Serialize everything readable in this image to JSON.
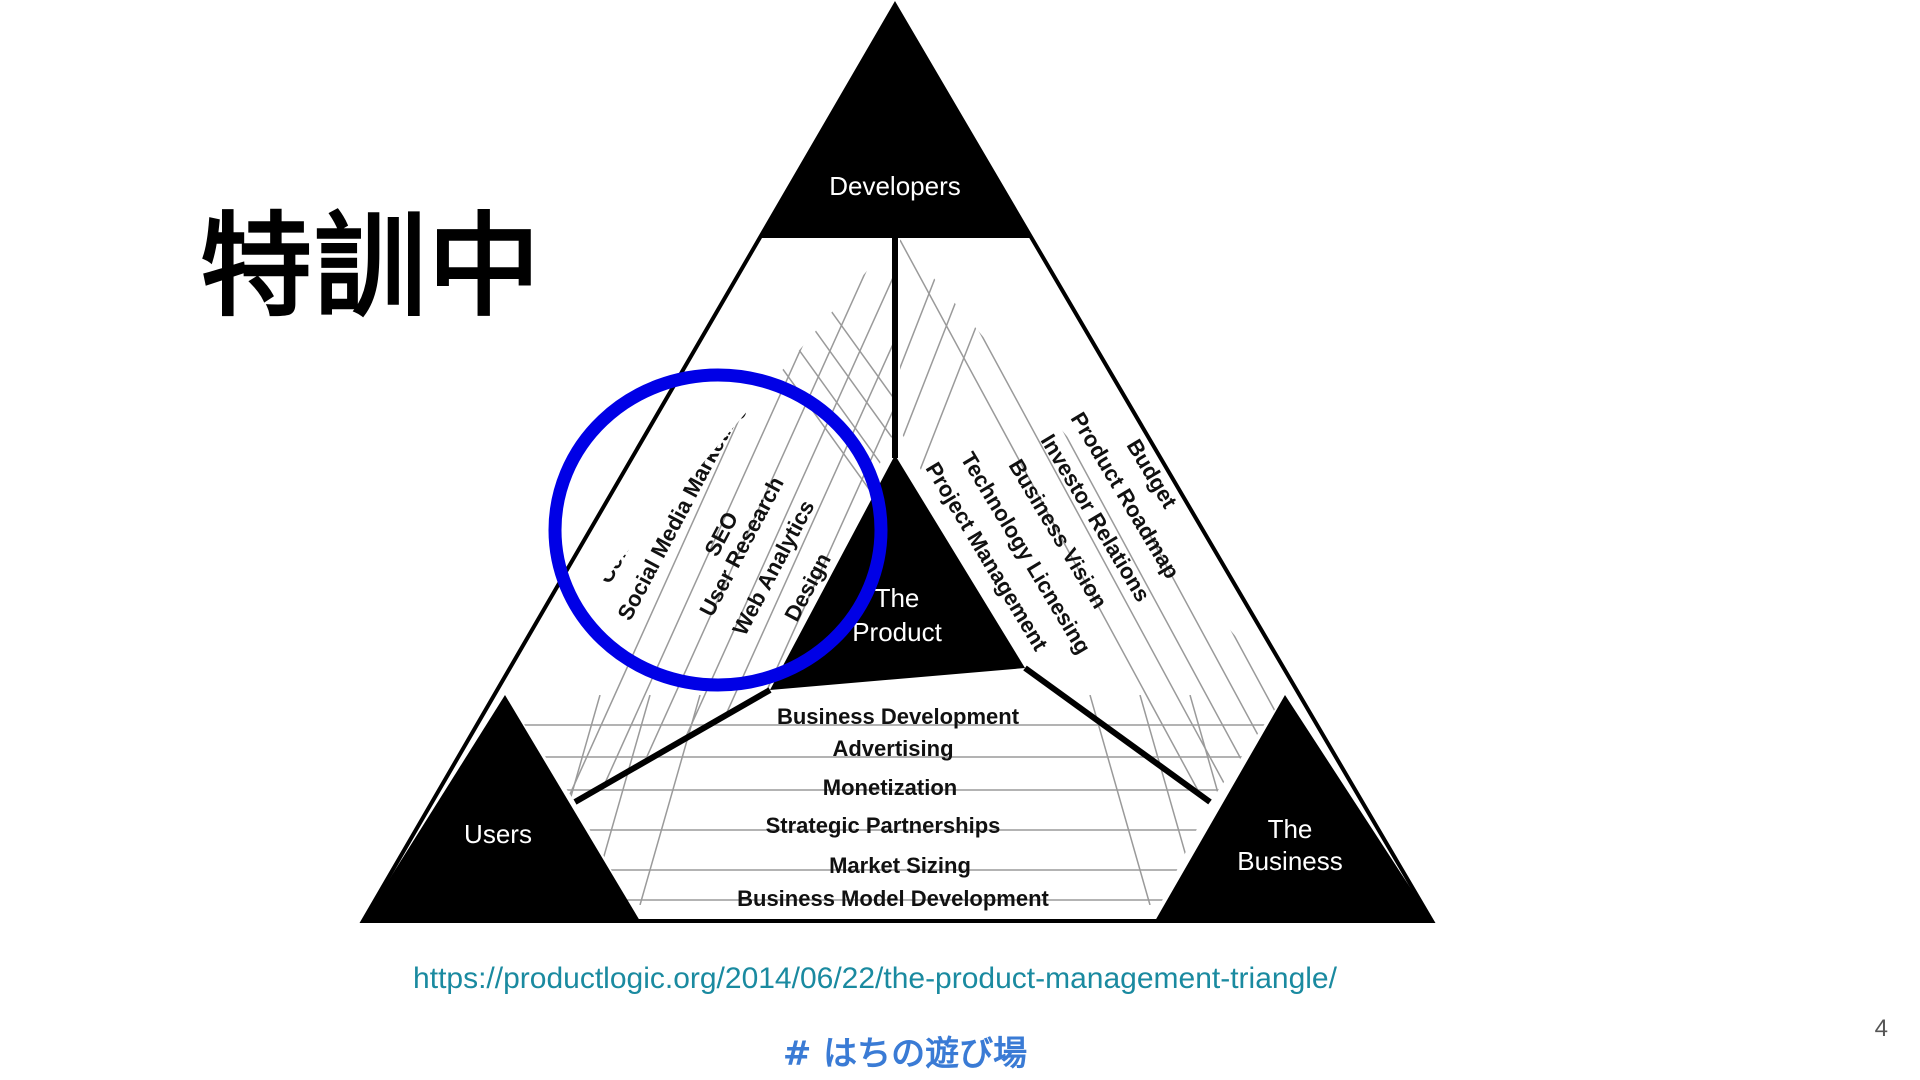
{
  "slide": {
    "title": "特訓中",
    "source_url": "https://productlogic.org/2014/06/22/the-product-management-triangle/",
    "hashtag": "# はちの遊び場",
    "page_number": "4"
  },
  "diagram": {
    "corners": {
      "top": "Developers",
      "left": "Users",
      "right_line1": "The",
      "right_line2": "Business",
      "center_line1": "The",
      "center_line2": "Product"
    },
    "users_developers_band": [
      "Community Management",
      "Social Media Marketing",
      "SEO",
      "User Research",
      "Web Analytics",
      "Design"
    ],
    "developers_business_band": [
      "Budget",
      "Product Roadmap",
      "Investor Relations",
      "Business Vision",
      "Technology Licnesing",
      "Project Management"
    ],
    "users_business_band": [
      "Business Development",
      "Advertising",
      "Monetization",
      "Strategic Partnerships",
      "Market Sizing",
      "Business Model Development"
    ],
    "highlight_color": "#0000e6"
  }
}
